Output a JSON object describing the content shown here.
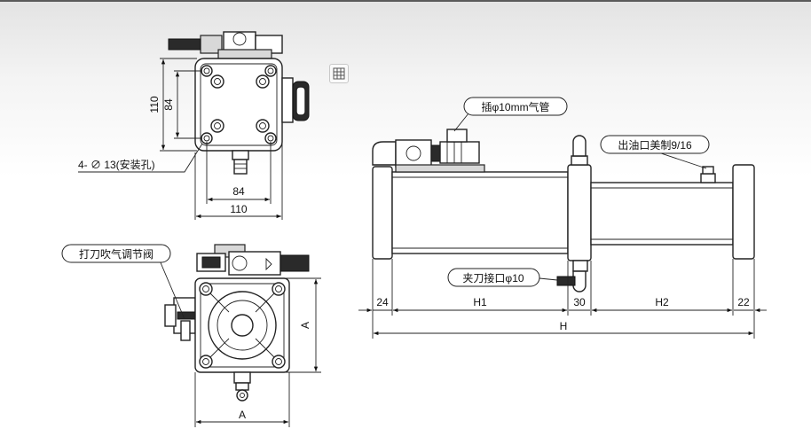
{
  "dimensions": {
    "front_height_outer": "110",
    "front_height_inner": "84",
    "front_width_inner": "84",
    "front_width_outer": "110",
    "hole_spec": "4- ∅ 13(安装孔)",
    "bottom_side_a": "A",
    "bottom_width_a": "A",
    "side_24": "24",
    "side_h1": "H1",
    "side_30": "30",
    "side_h2": "H2",
    "side_22": "22",
    "side_h": "H"
  },
  "callouts": {
    "air_pipe": "插φ10mm气管",
    "oil_outlet": "出油口美制9/16",
    "tool_clamp_port": "夹刀接口φ10",
    "blow_valve": "打刀吹气调节阀"
  },
  "icons": {
    "zoom": "image-viewer-icon"
  }
}
